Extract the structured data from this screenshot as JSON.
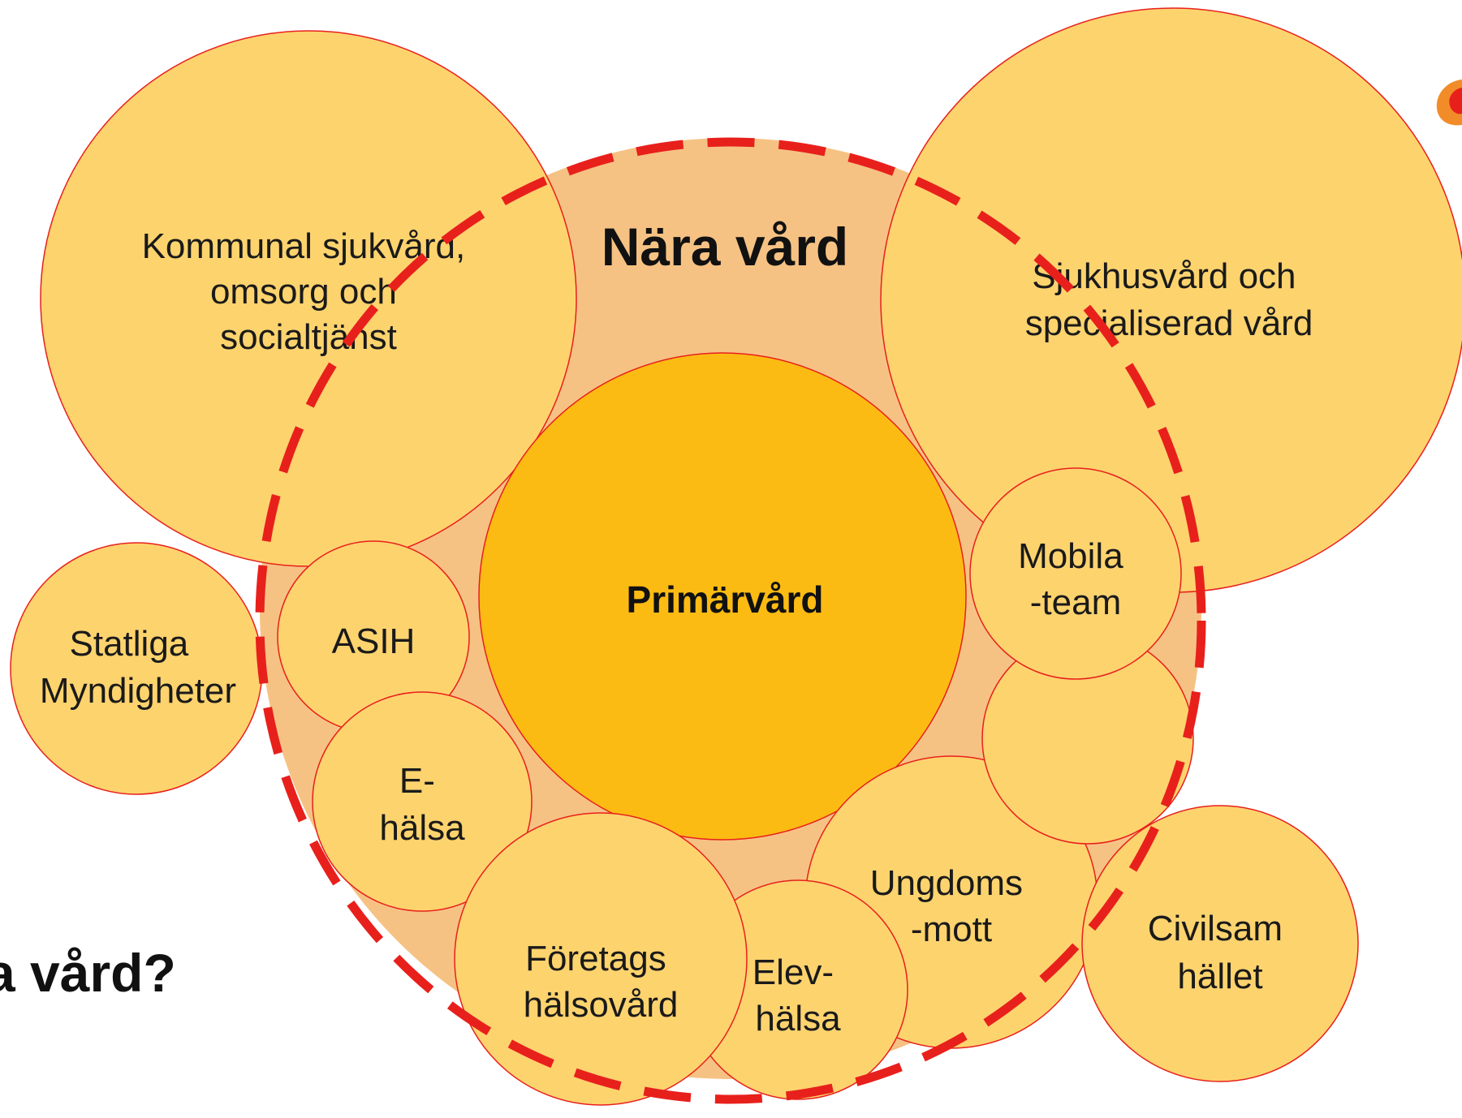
{
  "title": "Nära vård",
  "partial_heading": "a vård?",
  "center": {
    "label": "Primärvård"
  },
  "circles": {
    "kommunal": [
      "Kommunal sjukvård,",
      "omsorg och",
      "socialtjänst"
    ],
    "sjukhus": [
      "Sjukhusvård och",
      "specialiserad vård"
    ],
    "statliga": [
      "Statliga",
      "Myndigheter"
    ],
    "asih": [
      "ASIH"
    ],
    "ehalsa": [
      "E-",
      "hälsa"
    ],
    "foretags": [
      "Företags",
      "hälsovård"
    ],
    "elev": [
      "Elev-",
      "hälsa"
    ],
    "ungdoms": [
      "Ungdoms",
      "-mott"
    ],
    "civil": [
      "Civilsam",
      "hället"
    ],
    "mobila": [
      "Mobila",
      "-team"
    ],
    "empty": []
  },
  "colors": {
    "circle_fill": "#fdd36e",
    "outer_fill": "#f6c283",
    "center_fill": "#fcbb13",
    "stroke": "#e8201c",
    "dash": "#e8201c"
  }
}
